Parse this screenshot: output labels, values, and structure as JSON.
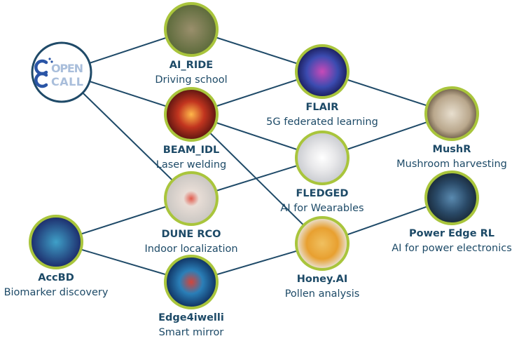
{
  "colors": {
    "line": "#1f4a68",
    "ring": "#a9c53c",
    "text": "#1d4a67",
    "logo_ring": "#1f4a68",
    "logo_light": "#a9bedb",
    "logo_dark": "#2a55a6"
  },
  "logo": {
    "line1": "OPEN",
    "line2": "CALL"
  },
  "nodes": [
    {
      "id": "ai_ride",
      "title": "AI_RIDE",
      "subtitle": "Driving school",
      "icon": "driving-map-image"
    },
    {
      "id": "beam_idl",
      "title": "BEAM_IDL",
      "subtitle": "Laser welding",
      "icon": "laser-welding-image"
    },
    {
      "id": "dune_rco",
      "title": "DUNE RCO",
      "subtitle": "Indoor localization",
      "icon": "floor-plan-image"
    },
    {
      "id": "accbd",
      "title": "AccBD",
      "subtitle": "Biomarker discovery",
      "icon": "human-figure-data-image"
    },
    {
      "id": "edge4iwelli",
      "title": "Edge4iwelli",
      "subtitle": "Smart mirror",
      "icon": "heart-body-scan-image"
    },
    {
      "id": "flair",
      "title": "FLAIR",
      "subtitle": "5G federated learning",
      "icon": "5g-network-image"
    },
    {
      "id": "fledged",
      "title": "FLEDGED",
      "subtitle": "AI for Wearables",
      "icon": "wearable-device-image"
    },
    {
      "id": "honey_ai",
      "title": "Honey.AI",
      "subtitle": "Pollen analysis",
      "icon": "honey-microscope-image"
    },
    {
      "id": "mushr",
      "title": "MushR",
      "subtitle": "Mushroom harvesting",
      "icon": "mushrooms-image"
    },
    {
      "id": "power_edge_rl",
      "title": "Power Edge RL",
      "subtitle": "AI for power electronics",
      "icon": "circuit-board-image"
    }
  ],
  "edges": [
    [
      "open_call",
      "ai_ride"
    ],
    [
      "open_call",
      "beam_idl"
    ],
    [
      "open_call",
      "dune_rco"
    ],
    [
      "ai_ride",
      "flair"
    ],
    [
      "beam_idl",
      "flair"
    ],
    [
      "beam_idl",
      "fledged"
    ],
    [
      "beam_idl",
      "honey_ai"
    ],
    [
      "flair",
      "mushr"
    ],
    [
      "fledged",
      "mushr"
    ],
    [
      "dune_rco",
      "fledged"
    ],
    [
      "accbd",
      "dune_rco"
    ],
    [
      "accbd",
      "edge4iwelli"
    ],
    [
      "edge4iwelli",
      "honey_ai"
    ],
    [
      "honey_ai",
      "power_edge_rl"
    ]
  ]
}
